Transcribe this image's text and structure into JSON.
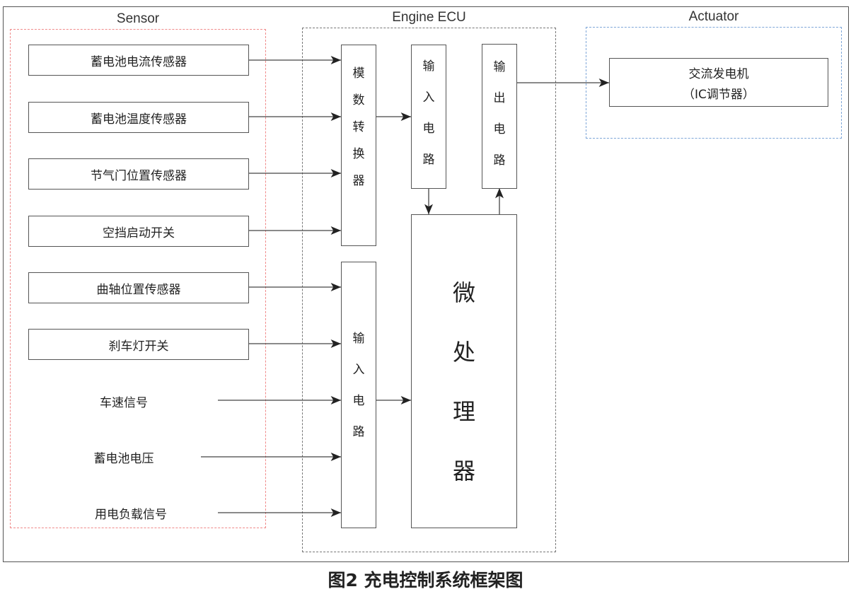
{
  "caption": "图2 充电控制系统框架图",
  "groups": {
    "sensor": "Sensor",
    "ecu": "Engine ECU",
    "actuator": "Actuator"
  },
  "sensors": [
    {
      "label": "蓄电池电流传感器",
      "boxed": true,
      "target": "adc"
    },
    {
      "label": "蓄电池温度传感器",
      "boxed": true,
      "target": "adc"
    },
    {
      "label": "节气门位置传感器",
      "boxed": true,
      "target": "adc"
    },
    {
      "label": "空挡启动开关",
      "boxed": true,
      "target": "adc"
    },
    {
      "label": "曲轴位置传感器",
      "boxed": true,
      "target": "input_circuit_2"
    },
    {
      "label": "刹车灯开关",
      "boxed": true,
      "target": "input_circuit_2"
    },
    {
      "label": "车速信号",
      "boxed": false,
      "target": "input_circuit_2"
    },
    {
      "label": "蓄电池电压",
      "boxed": false,
      "target": "input_circuit_2"
    },
    {
      "label": "用电负载信号",
      "boxed": false,
      "target": "input_circuit_2"
    }
  ],
  "ecu": {
    "adc": [
      "模",
      "数",
      "转",
      "换",
      "器"
    ],
    "input_circuit_1": [
      "输",
      "入",
      "电",
      "路"
    ],
    "output_circuit": [
      "输",
      "出",
      "电",
      "路"
    ],
    "input_circuit_2": [
      "输",
      "入",
      "电",
      "路"
    ],
    "microprocessor": [
      "微",
      "处",
      "理",
      "器"
    ]
  },
  "actuator": {
    "line1": "交流发电机",
    "line2": "（IC调节器）"
  },
  "connections": [
    {
      "from": "adc",
      "to": "input_circuit_1"
    },
    {
      "from": "input_circuit_1",
      "to": "microprocessor"
    },
    {
      "from": "microprocessor",
      "to": "output_circuit"
    },
    {
      "from": "output_circuit",
      "to": "actuator"
    },
    {
      "from": "input_circuit_2",
      "to": "microprocessor"
    }
  ]
}
